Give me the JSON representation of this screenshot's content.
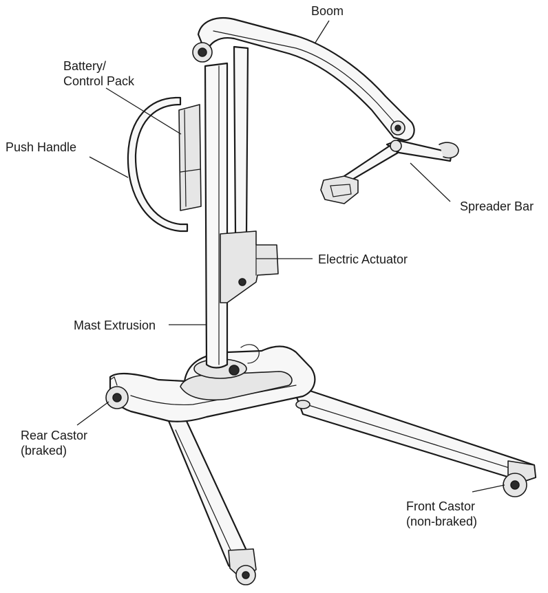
{
  "labels": {
    "boom": "Boom",
    "battery_line1": "Battery/",
    "battery_line2": "Control Pack",
    "push_handle": "Push Handle",
    "spreader_bar": "Spreader Bar",
    "electric_actuator": "Electric Actuator",
    "mast_extrusion": "Mast Extrusion",
    "rear_castor_line1": "Rear Castor",
    "rear_castor_line2": "(braked)",
    "front_castor_line1": "Front Castor",
    "front_castor_line2": "(non-braked)"
  }
}
